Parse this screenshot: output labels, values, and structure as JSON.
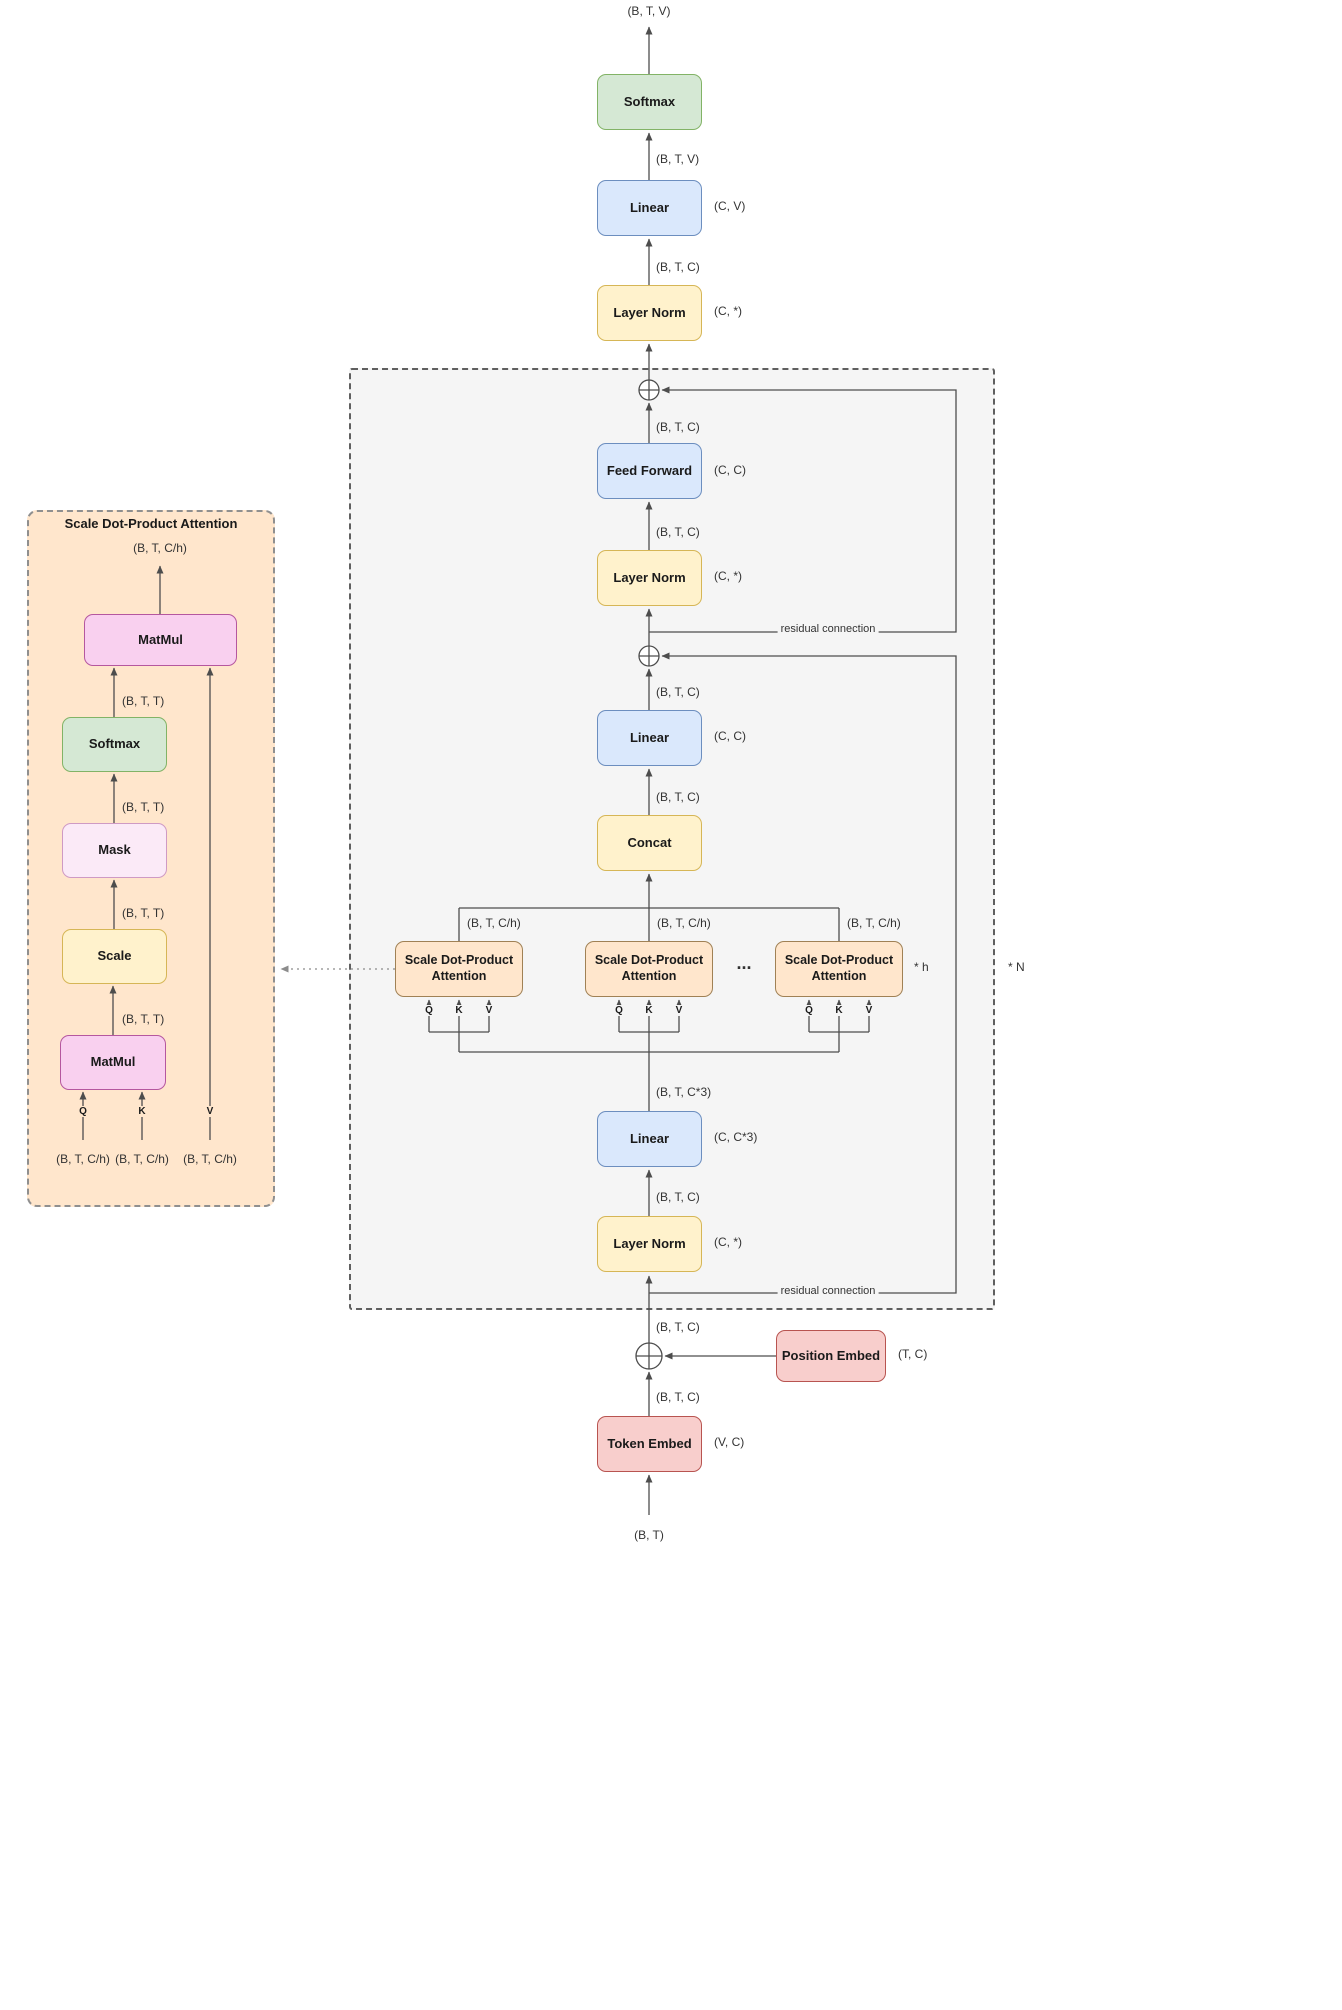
{
  "labels": {
    "softmax": "Softmax",
    "linear": "Linear",
    "layer_norm": "Layer Norm",
    "feed_forward": "Feed Forward",
    "concat": "Concat",
    "sdpa": "Scale Dot-Product Attention",
    "matmul": "MatMul",
    "mask": "Mask",
    "scale": "Scale",
    "token_embed": "Token Embed",
    "position_embed": "Position Embed",
    "residual": "residual connection",
    "times_h": "* h",
    "times_n": "* N",
    "dots": "...",
    "q": "Q",
    "k": "K",
    "v": "V"
  },
  "shapes": {
    "btv": "(B, T, V)",
    "btc": "(B, T, C)",
    "btc3": "(B, T, C*3)",
    "btch": "(B, T, C/h)",
    "btt": "(B, T, T)",
    "bt": "(B, T)"
  },
  "side": {
    "cv": "(C, V)",
    "cstar": "(C, *)",
    "cc": "(C, C)",
    "cc3": "(C, C*3)",
    "tc": "(T, C)",
    "vc": "(V, C)"
  },
  "colors": {
    "softmax_green": "#d5e8d4",
    "linear_blue": "#dae8fc",
    "norm_yellow": "#fff2cc",
    "embed_red": "#f8cecc",
    "attention_wheat": "#ffe6cc",
    "matmul_pink": "#f9d0ef",
    "mask_pink": "#fbeaf7",
    "wire_gray": "#4d4d4d"
  }
}
